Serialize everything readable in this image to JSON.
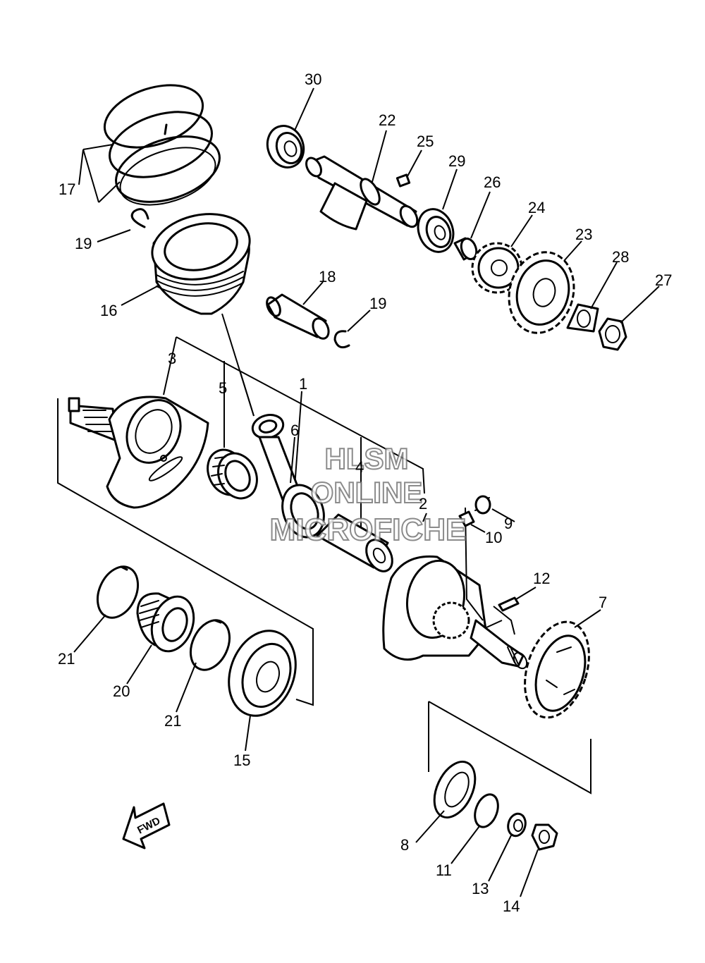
{
  "callouts": {
    "c1": "1",
    "c2": "2",
    "c3": "3",
    "c4": "4",
    "c5": "5",
    "c6": "6",
    "c7": "7",
    "c8": "8",
    "c9": "9",
    "c10": "10",
    "c11": "11",
    "c12": "12",
    "c13": "13",
    "c14": "14",
    "c15": "15",
    "c16": "16",
    "c17": "17",
    "c18": "18",
    "c19a": "19",
    "c19b": "19",
    "c20": "20",
    "c21a": "21",
    "c21b": "21",
    "c22": "22",
    "c23": "23",
    "c24": "24",
    "c25": "25",
    "c26": "26",
    "c27": "27",
    "c28": "28",
    "c29": "29",
    "c30": "30"
  },
  "watermark": {
    "line1": "HLSM",
    "line2": "ONLINE",
    "line3": "MICROFICHE"
  },
  "direction_marker": {
    "label": "FWD"
  }
}
